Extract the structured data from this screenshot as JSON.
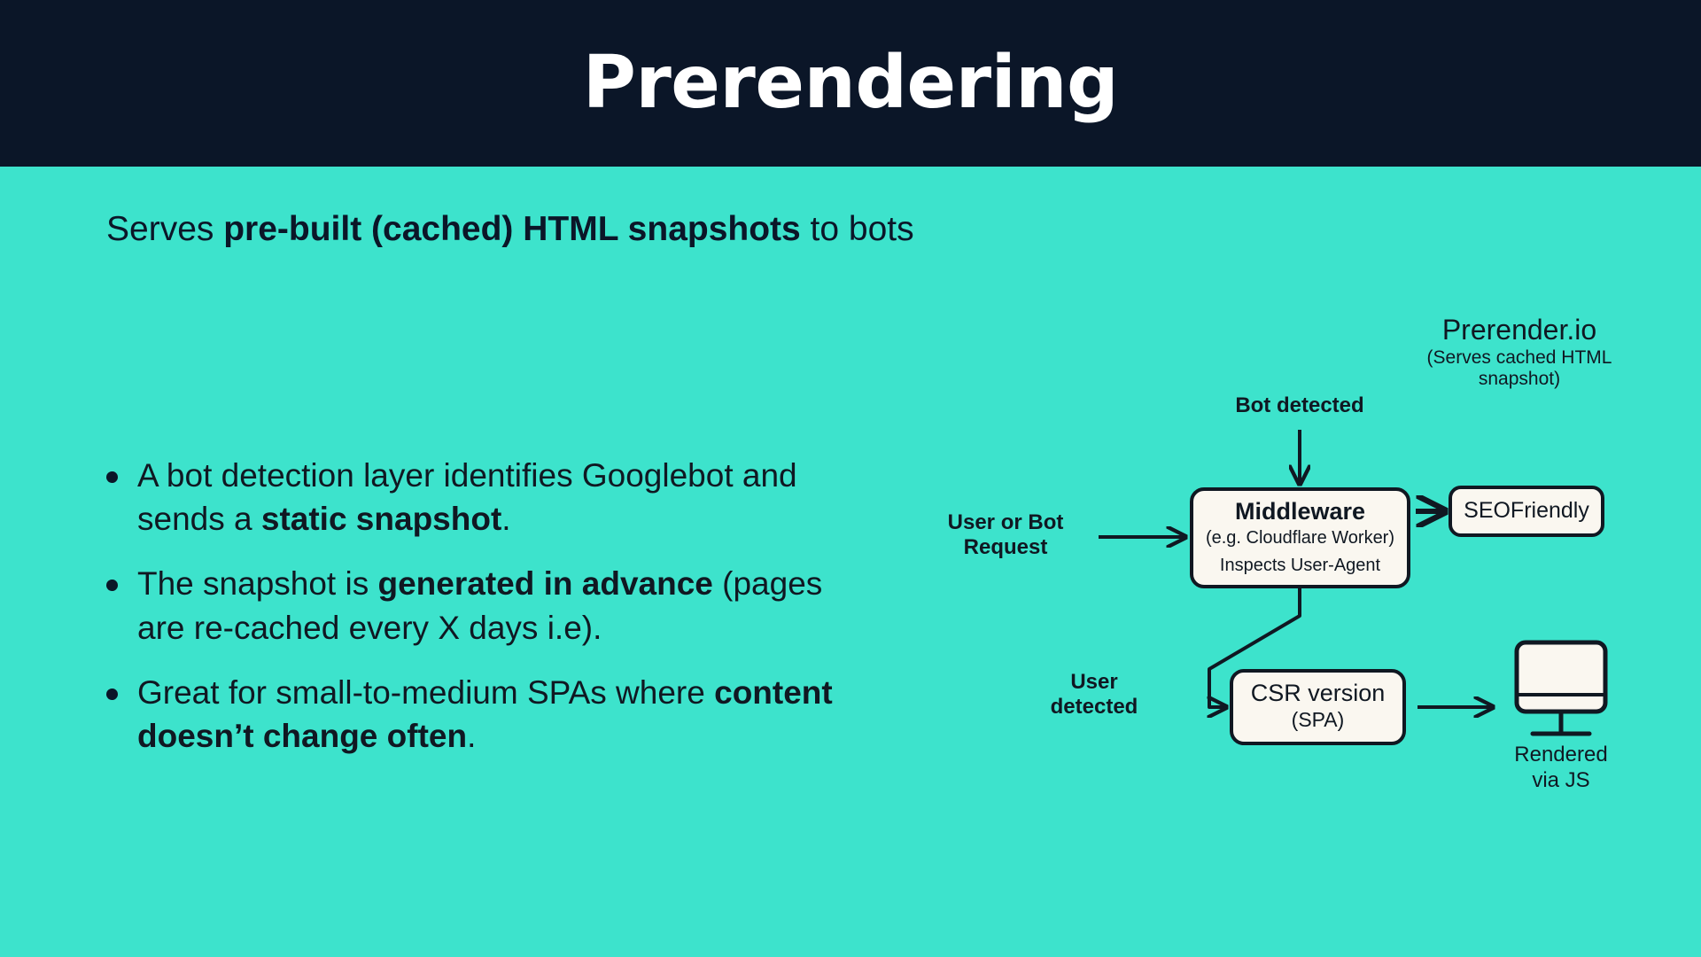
{
  "header": {
    "title": "Prerendering",
    "background_color": "#0B1628",
    "title_color": "#FFFFFF"
  },
  "theme": {
    "body_background": "#3DE3CC",
    "text_color": "#101822",
    "box_fill": "#FAF7F0",
    "box_stroke": "#101822"
  },
  "subtitle": {
    "lead": "Serves ",
    "emphasis": "pre-built (cached) HTML snapshots",
    "tail": " to bots"
  },
  "bullets": [
    {
      "part1": "A bot detection layer identifies Googlebot and sends a ",
      "emphasis": "static snapshot",
      "part2": "."
    },
    {
      "part1": "The snapshot is ",
      "emphasis": "generated in advance",
      "part2": " (pages are re-cached every X days i.e)."
    },
    {
      "part1": "Great for small-to-medium SPAs where ",
      "emphasis": "content doesn’t change often",
      "part2": "."
    }
  ],
  "diagram": {
    "brand": {
      "name": "Prerender.io",
      "description_line1": "(Serves cached HTML",
      "description_line2": "snapshot)"
    },
    "labels": {
      "bot_detected": "Bot detected",
      "user_or_bot_line1": "User or Bot",
      "user_or_bot_line2": "Request",
      "user_detected_line1": "User",
      "user_detected_line2": "detected",
      "rendered_line1": "Rendered",
      "rendered_line2": "via JS"
    },
    "nodes": {
      "middleware": {
        "title": "Middleware",
        "subtitle": "(e.g. Cloudflare Worker)",
        "detail": "Inspects User-Agent"
      },
      "seo_friendly": {
        "label": "SEOFriendly"
      },
      "csr_version": {
        "title": "CSR version",
        "subtitle": "(SPA)"
      },
      "monitor": {
        "icon": "monitor-icon"
      }
    }
  }
}
